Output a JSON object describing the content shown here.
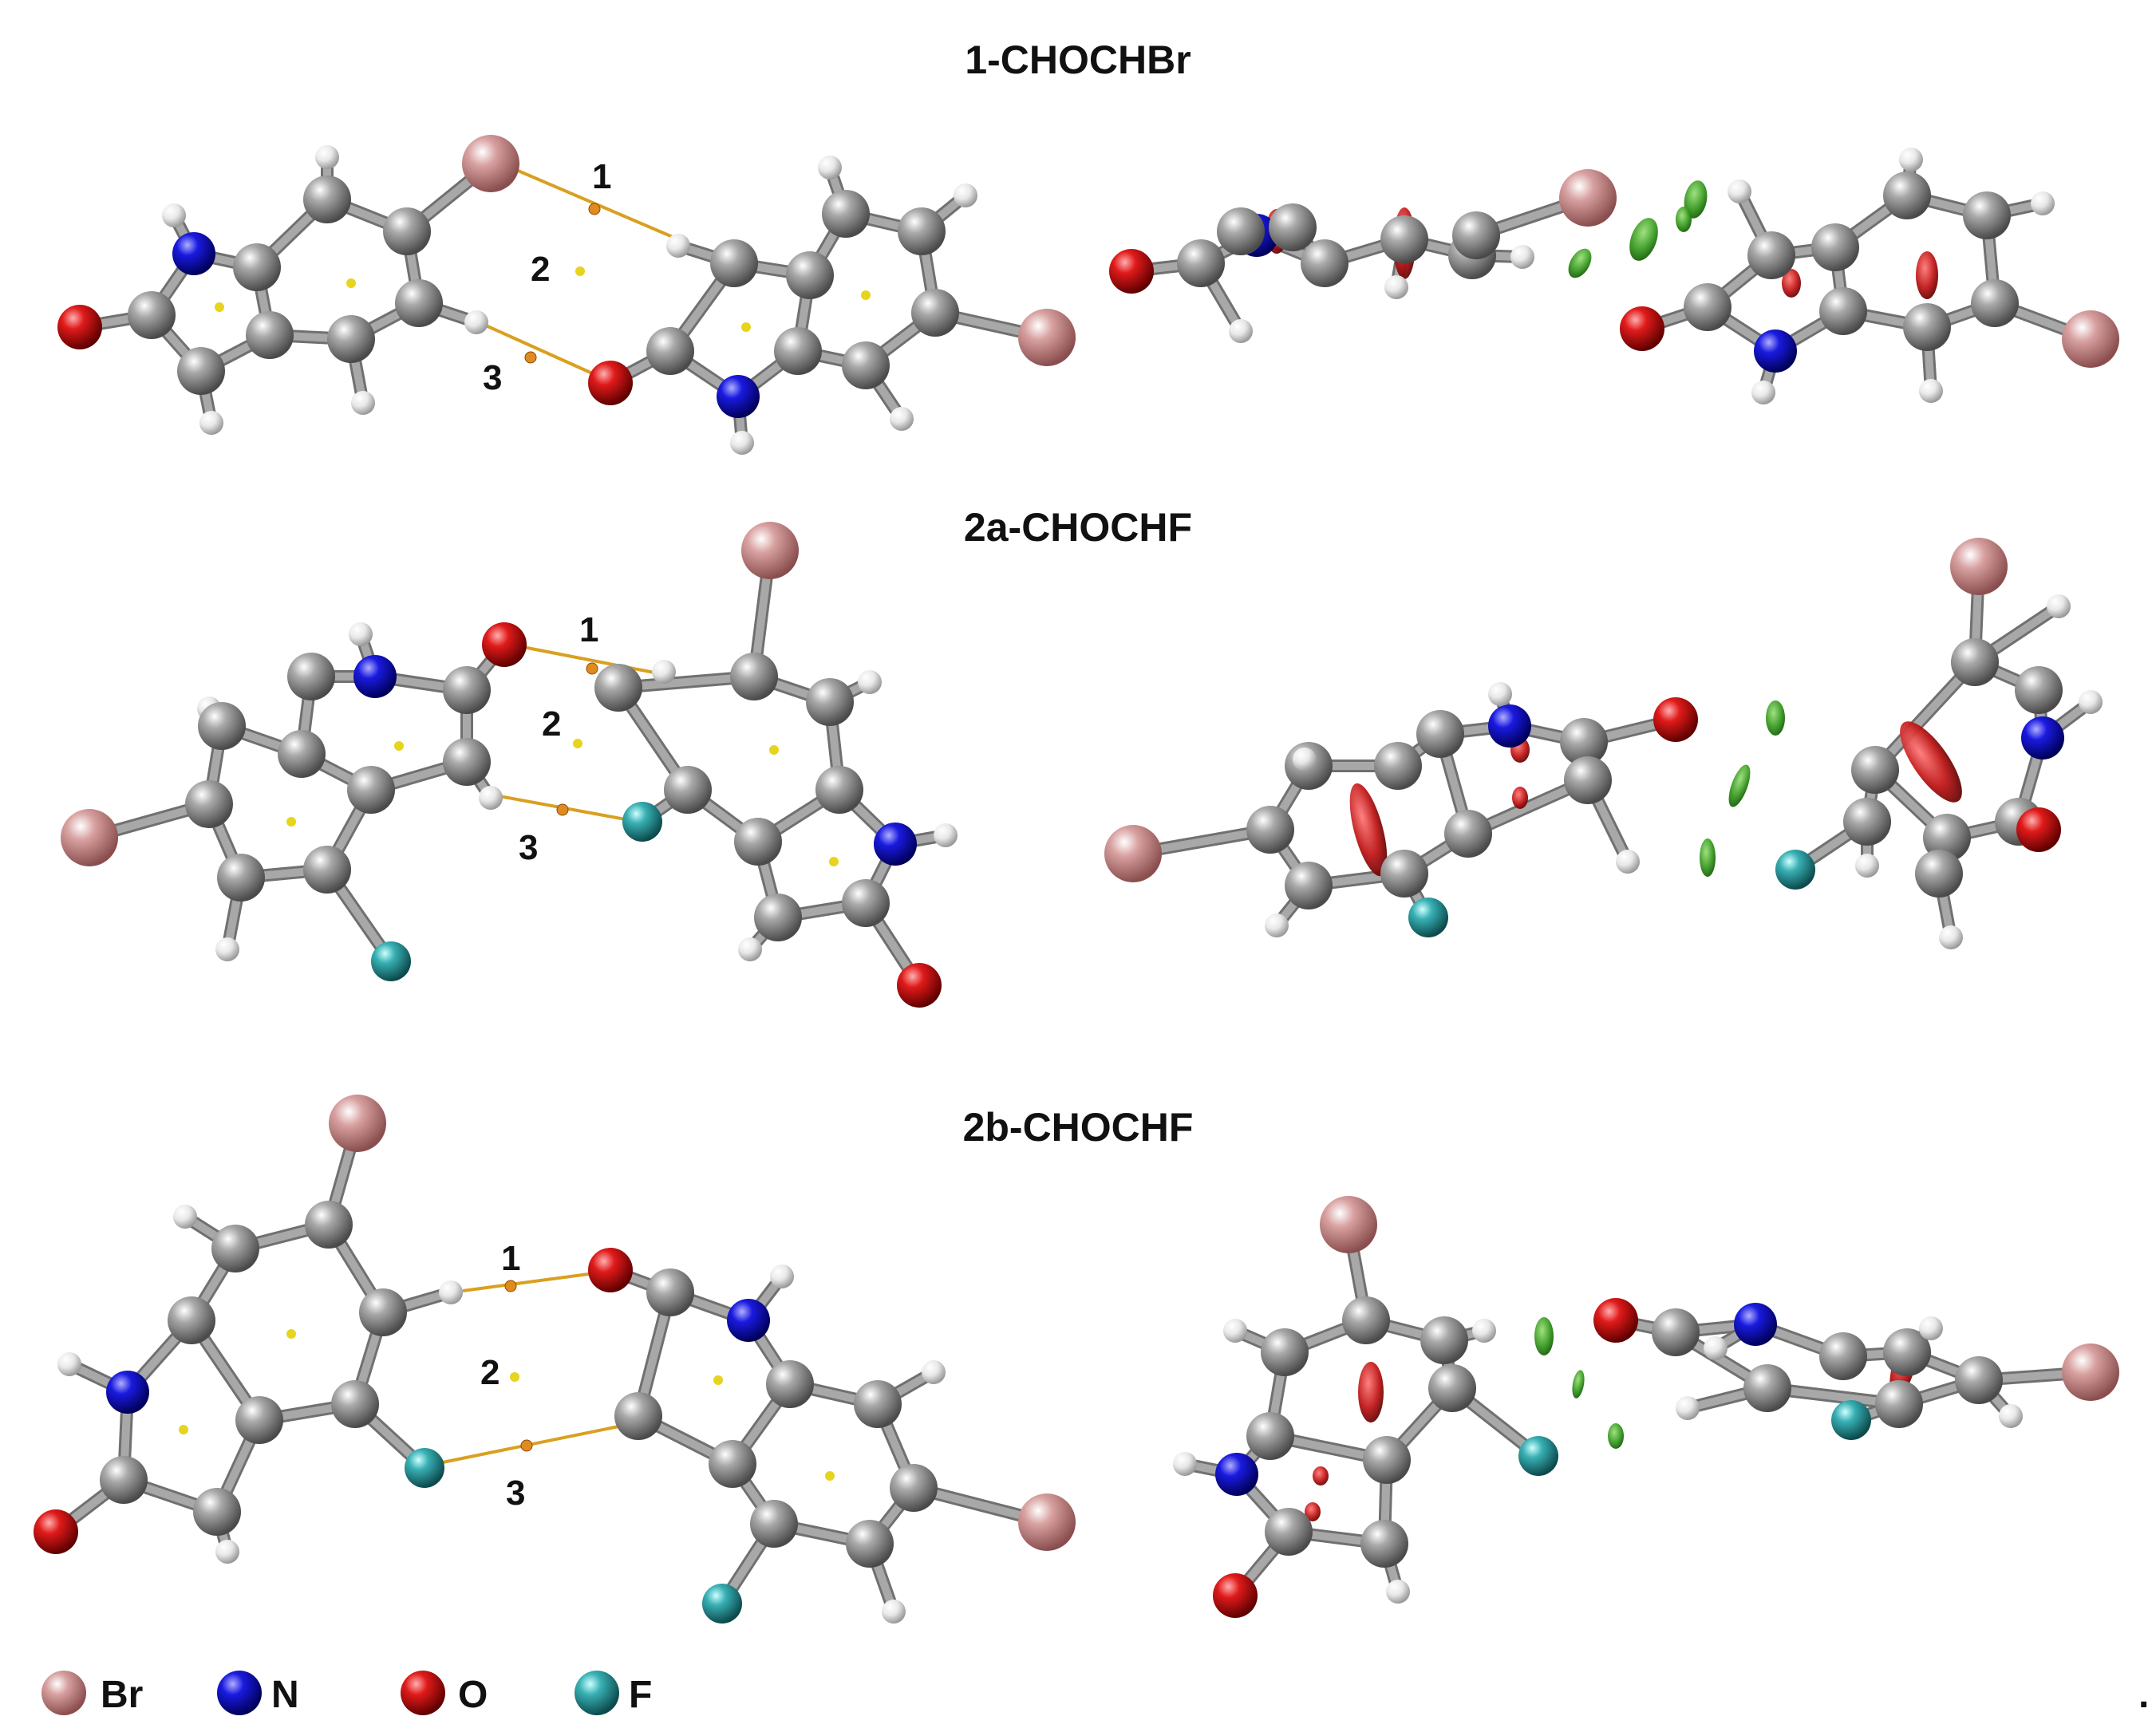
{
  "panels": [
    {
      "id": "p1",
      "title": "1-CHOCHBr"
    },
    {
      "id": "p2",
      "title": "2a-CHOCHF"
    },
    {
      "id": "p3",
      "title": "2b-CHOCHF"
    }
  ],
  "bond_labels": [
    "1",
    "2",
    "3"
  ],
  "legend": [
    {
      "symbol": "Br",
      "color": "#d49090"
    },
    {
      "symbol": "N",
      "color": "#1515d8"
    },
    {
      "symbol": "O",
      "color": "#d81515"
    },
    {
      "symbol": "F",
      "color": "#30a8ac"
    }
  ],
  "trailing_mark": ".",
  "colors": {
    "carbon": "#8c8c8c",
    "hydrogen": "#e6e6e6",
    "bromine": "#d49090",
    "nitrogen": "#1515d8",
    "oxygen": "#d81515",
    "fluorine": "#30a8ac",
    "bond": "#a8a8a8",
    "hbond": "#d9a020",
    "bcp": "#e08a20",
    "rcp": "#e6d41e",
    "nci_attractive": "#3a9a22",
    "nci_repulsive": "#c01818"
  }
}
